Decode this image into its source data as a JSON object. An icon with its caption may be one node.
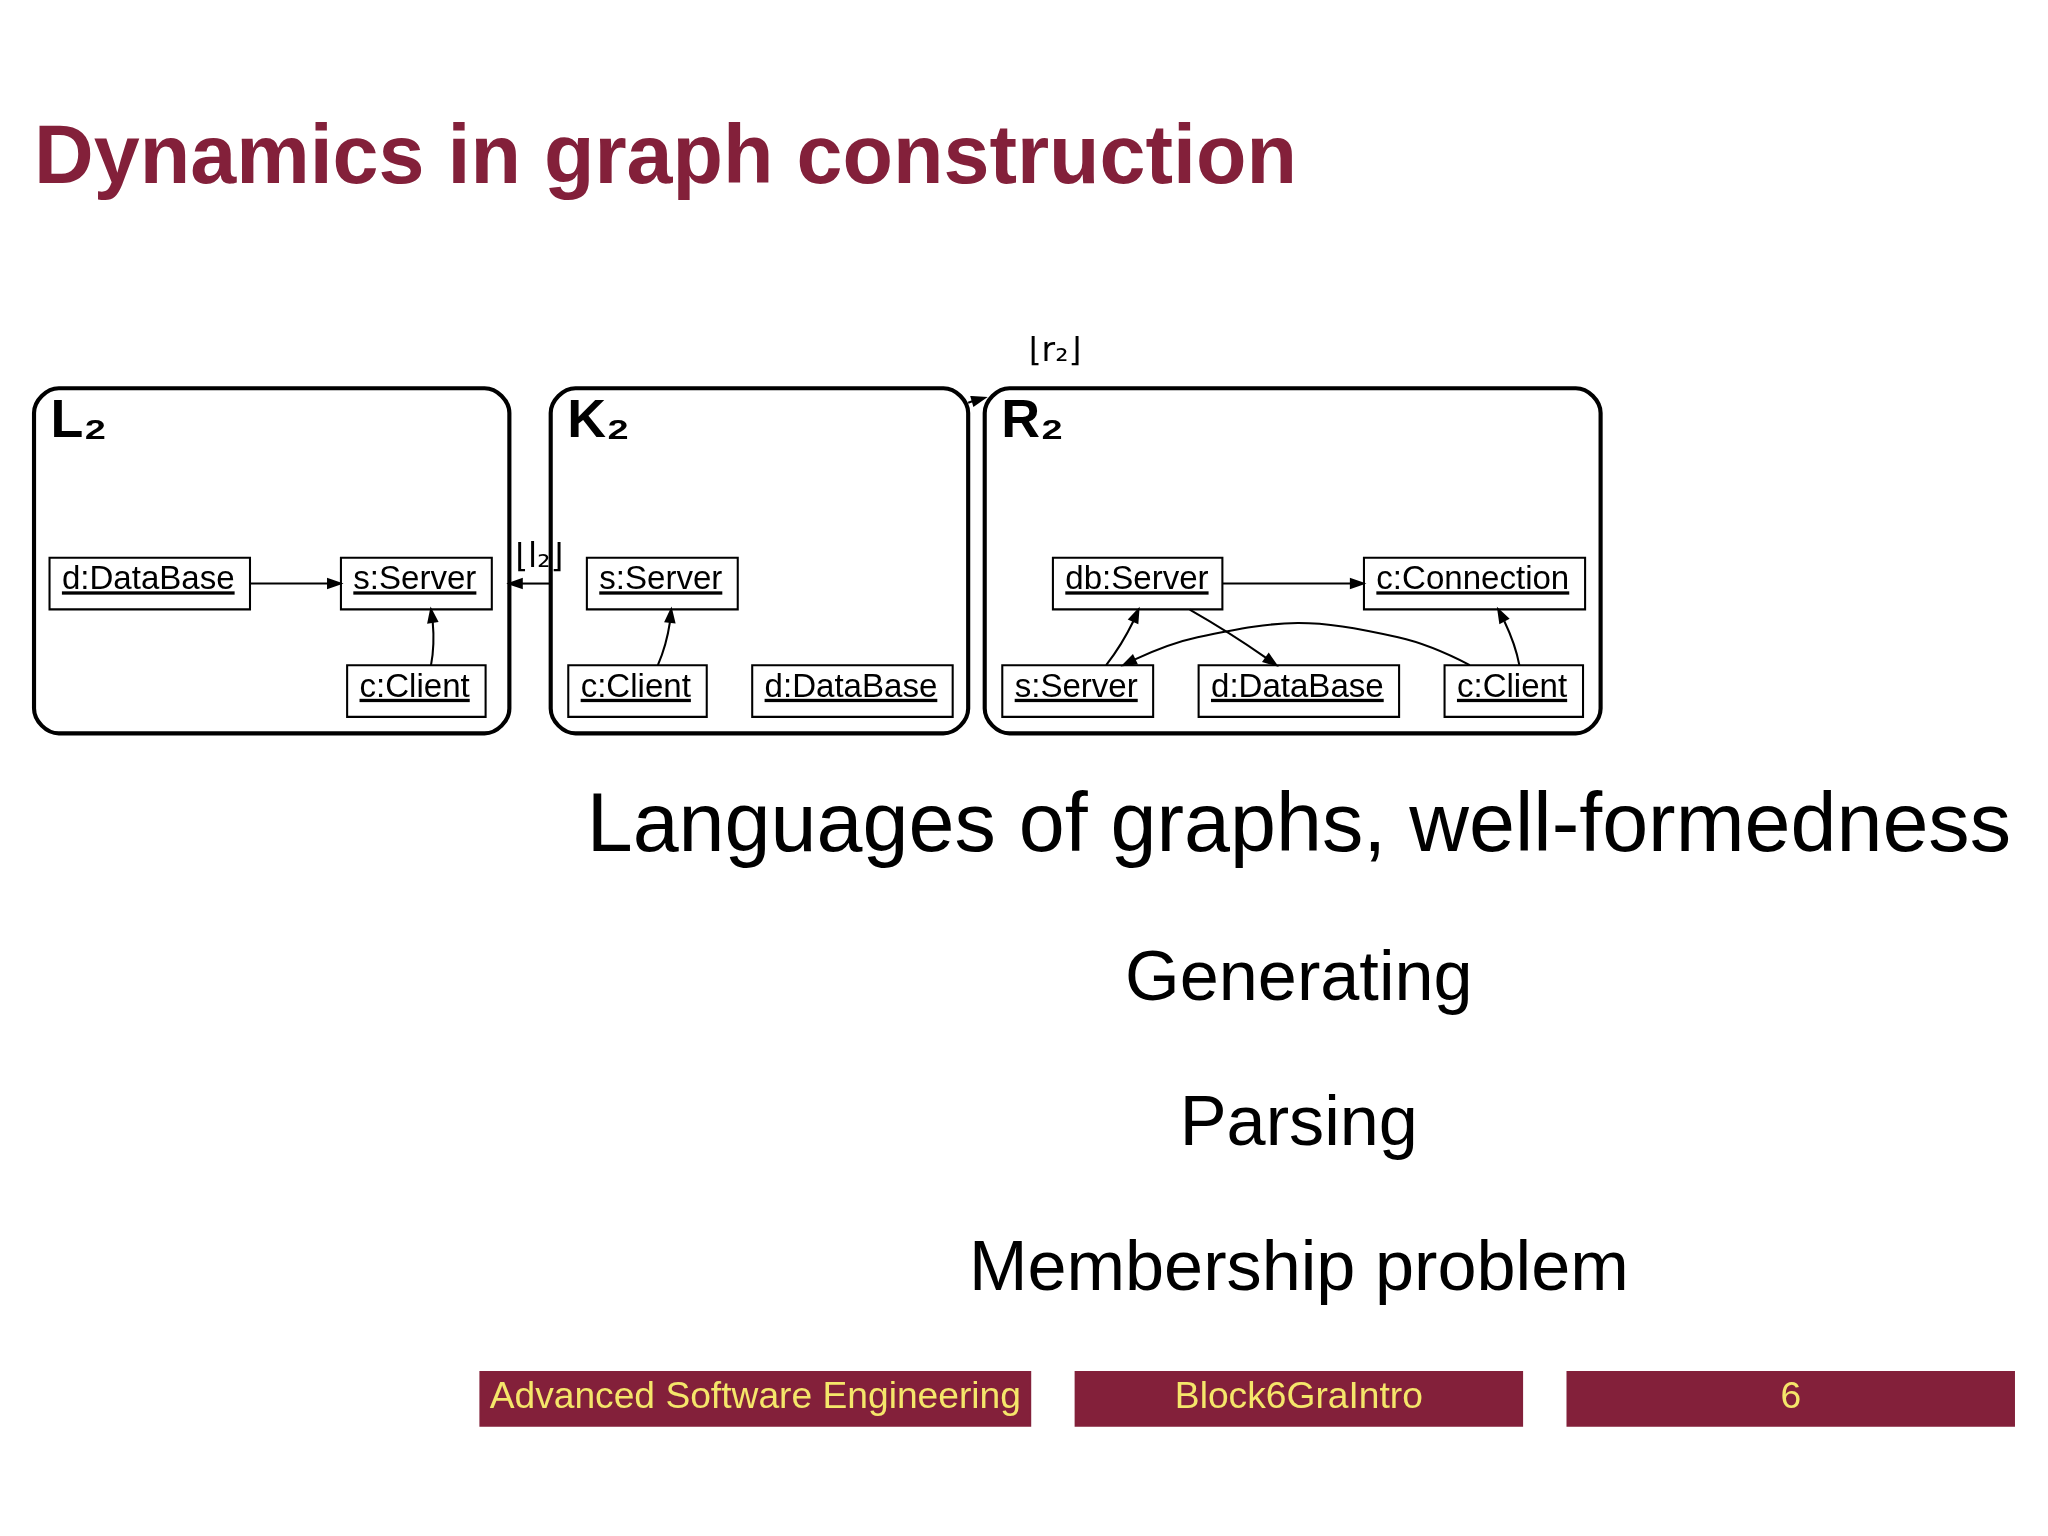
{
  "diagram": {
    "title": "Dynamics in graph construction",
    "nodes": [
      {
        "text": [
          "L₂"
        ]
      },
      {
        "text": [
          "s:Server"
        ],
        "in": 0
      },
      {
        "text": [
          "d:DataBase"
        ],
        "in": 0
      },
      {
        "text": [
          "c:Client"
        ],
        "in": 0
      },
      {
        "text": [
          "K₂"
        ]
      },
      {
        "text": [
          "s:Server"
        ],
        "in": 4
      },
      {
        "text": [
          "c:Client"
        ],
        "in": 4
      },
      {
        "text": [
          "d:DataBase"
        ],
        "in": 4
      },
      {
        "text": [
          "R₂"
        ]
      },
      {
        "text": [
          "c:Connection"
        ],
        "in": 8
      },
      {
        "text": [
          "db:Server"
        ],
        "in": 8
      },
      {
        "text": [
          "c:Client"
        ],
        "in": 8
      },
      {
        "text": [
          "s:Server"
        ],
        "in": 8
      },
      {
        "text": [
          "d:DataBase"
        ],
        "in": 8
      }
    ],
    "edges": [
      {
        "from": 2,
        "to": 1,
        "arrow": "to"
      },
      {
        "from": 3,
        "to": 1,
        "arrow": "to"
      },
      {
        "from": 6,
        "to": 5,
        "arrow": "to"
      },
      {
        "from": 4,
        "to": 0,
        "arrow": "to",
        "label": "⌊l₂⌋"
      },
      {
        "from": 4,
        "to": 8,
        "arrow": "to",
        "label": "⌊r₂⌋"
      },
      {
        "from": 10,
        "to": 9,
        "arrow": "to"
      },
      {
        "from": 11,
        "to": 9,
        "arrow": "to"
      },
      {
        "from": 12,
        "to": 10,
        "arrow": "to"
      },
      {
        "from": 11,
        "to": 12,
        "arrow": "to"
      },
      {
        "from": 10,
        "to": 13,
        "arrow": "to"
      }
    ],
    "labels": [
      "Languages of graphs, well-formedness",
      "Generating",
      "Parsing",
      "Membership problem",
      "Advanced Software Engineering",
      "Block6GraIntro",
      "6"
    ]
  }
}
